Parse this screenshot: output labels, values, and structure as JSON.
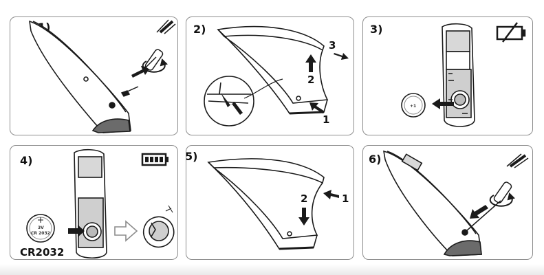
{
  "steps": [
    {
      "label": "1)"
    },
    {
      "label": "2)",
      "callouts": [
        "1",
        "2",
        "3"
      ]
    },
    {
      "label": "3)",
      "status_icon": "battery-empty-icon"
    },
    {
      "label": "4)",
      "status_icon": "battery-full-icon",
      "battery_type": "CR2032",
      "coin_text": [
        "3V",
        "CR 2032"
      ]
    },
    {
      "label": "5)",
      "callouts": [
        "1",
        "2"
      ]
    },
    {
      "label": "6)"
    }
  ],
  "colors": {
    "line": "#1a1a1a",
    "panel_border": "#8c8c8c",
    "shade": "#6b6b6b"
  }
}
